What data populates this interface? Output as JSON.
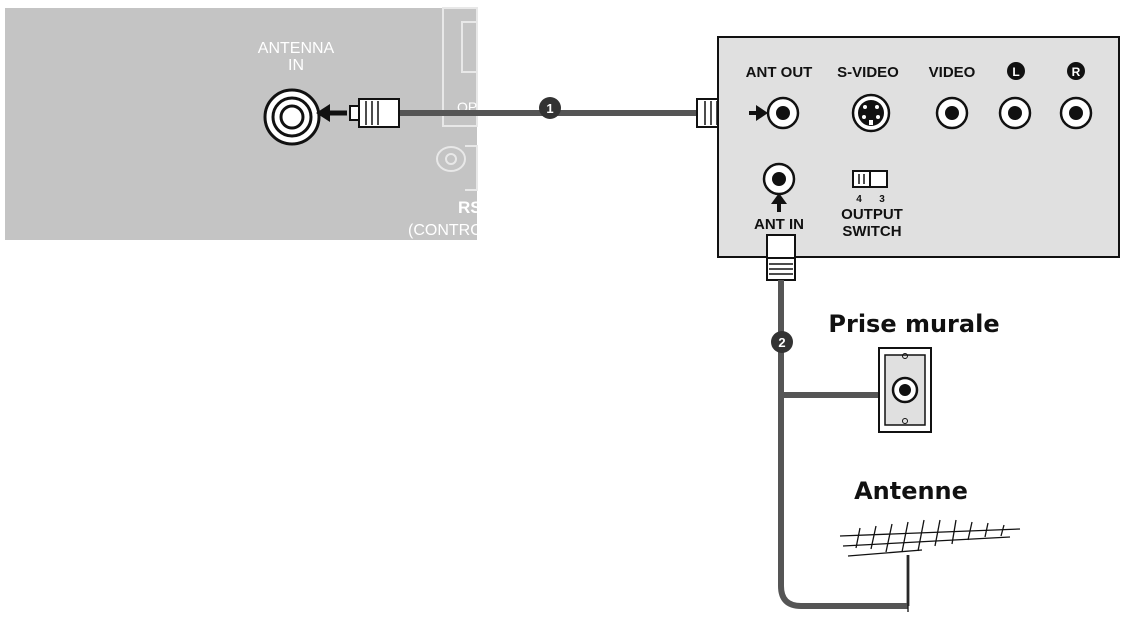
{
  "tv_panel": {
    "antenna_in_label_1": "ANTENNA",
    "antenna_in_label_2": "IN",
    "partial_label_op": "OP",
    "partial_label_rs": "RS",
    "partial_label_control": "(CONTRO"
  },
  "vcr_panel": {
    "ant_out": "ANT OUT",
    "s_video": "S-VIDEO",
    "video": "VIDEO",
    "audio_left": "L",
    "audio_right": "R",
    "ant_in": "ANT IN",
    "switch_num_left": "4",
    "switch_num_right": "3",
    "output_switch_1": "OUTPUT",
    "output_switch_2": "SWITCH"
  },
  "step_markers": [
    "1",
    "2"
  ],
  "wall_outlet_label": "Prise murale",
  "antenna_label": "Antenne",
  "colors": {
    "tv_panel_bg": "#c4c4c4",
    "vcr_panel_bg": "#e0e0e0",
    "cable": "#555555",
    "marker": "#333333"
  }
}
